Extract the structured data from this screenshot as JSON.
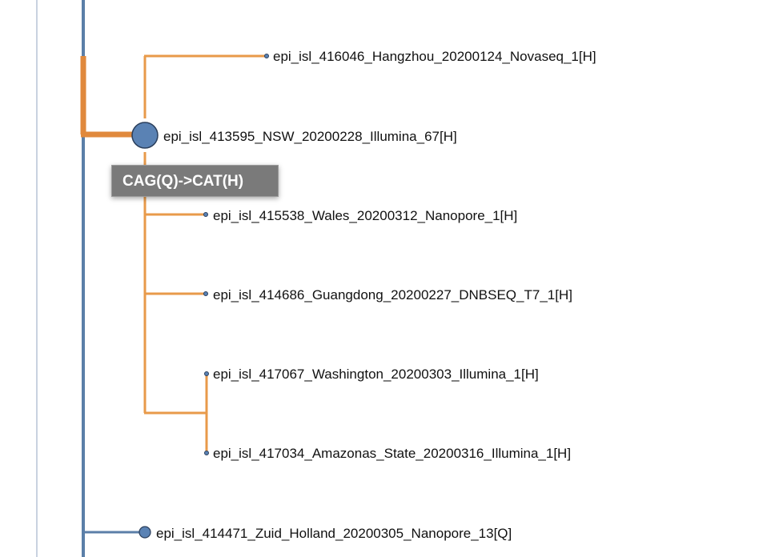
{
  "colors": {
    "clade_orange": "#e89a4a",
    "clade_orange_thick": "#e0893d",
    "stem_blue": "#5b7fa8",
    "node_blue": "#5a82b4",
    "axis_line": "#b7c3d6"
  },
  "tree": {
    "tips": [
      {
        "label": "epi_isl_416046_Hangzhou_20200124_Novaseq_1[H]"
      },
      {
        "label": "epi_isl_413595_NSW_20200228_Illumina_67[H]"
      },
      {
        "label": "epi_isl_415538_Wales_20200312_Nanopore_1[H]"
      },
      {
        "label": "epi_isl_414686_Guangdong_20200227_DNBSEQ_T7_1[H]"
      },
      {
        "label": "epi_isl_417067_Washington_20200303_Illumina_1[H]"
      },
      {
        "label": "epi_isl_417034_Amazonas_State_20200316_Illumina_1[H]"
      },
      {
        "label": "epi_isl_414471_Zuid_Holland_20200305_Nanopore_13[Q]"
      }
    ]
  },
  "tooltip": {
    "text": "CAG(Q)->CAT(H)"
  }
}
